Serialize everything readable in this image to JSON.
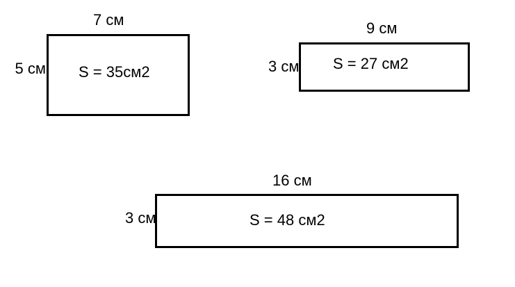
{
  "title": "Rectangles area diagram",
  "colors": {
    "background": "#ffffff",
    "stroke": "#000000",
    "text": "#000000"
  },
  "figures": [
    {
      "id": "rect-7x5",
      "width_label": "7 см",
      "height_label": "5 см",
      "area_label": "S = 35см2"
    },
    {
      "id": "rect-9x3",
      "width_label": "9 см",
      "height_label": "3 см",
      "area_label": "S = 27 см2"
    },
    {
      "id": "rect-16x3",
      "width_label": "16 см",
      "height_label": "3 см",
      "area_label": "S = 48 см2"
    }
  ]
}
